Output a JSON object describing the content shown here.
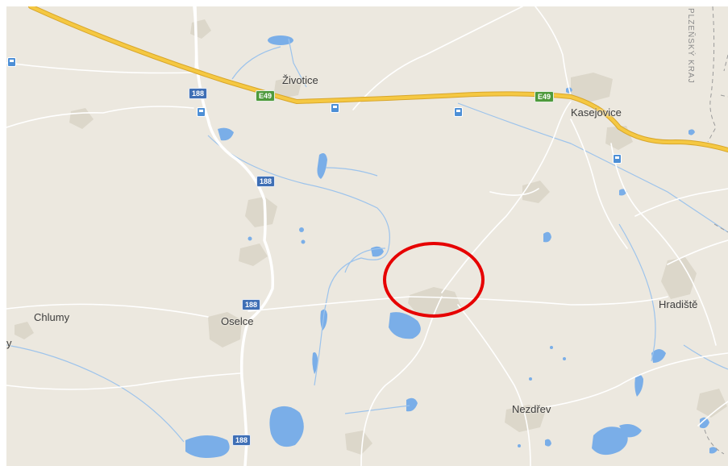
{
  "map": {
    "colors": {
      "land": "#ece8df",
      "water": "#7aaee8",
      "highway": "#f5c842",
      "road": "#ffffff",
      "settlement": "#dcd7ca",
      "highlight": "#e60000"
    },
    "places": {
      "zivotice": "Životice",
      "kasejovice": "Kasejovice",
      "chlumy": "Chlumy",
      "oselce": "Oselce",
      "hradiste": "Hradiště",
      "nezdrev": "Nezdřev",
      "edge_left": "y"
    },
    "region_label": "PLZEŇSKÝ KRAJ",
    "shields": {
      "e49_west": "E49",
      "e49_east": "E49",
      "r188_a": "188",
      "r188_b": "188",
      "r188_c": "188",
      "r188_d": "188"
    },
    "icons": [
      "bus-stop-icon",
      "highlight-circle"
    ]
  }
}
